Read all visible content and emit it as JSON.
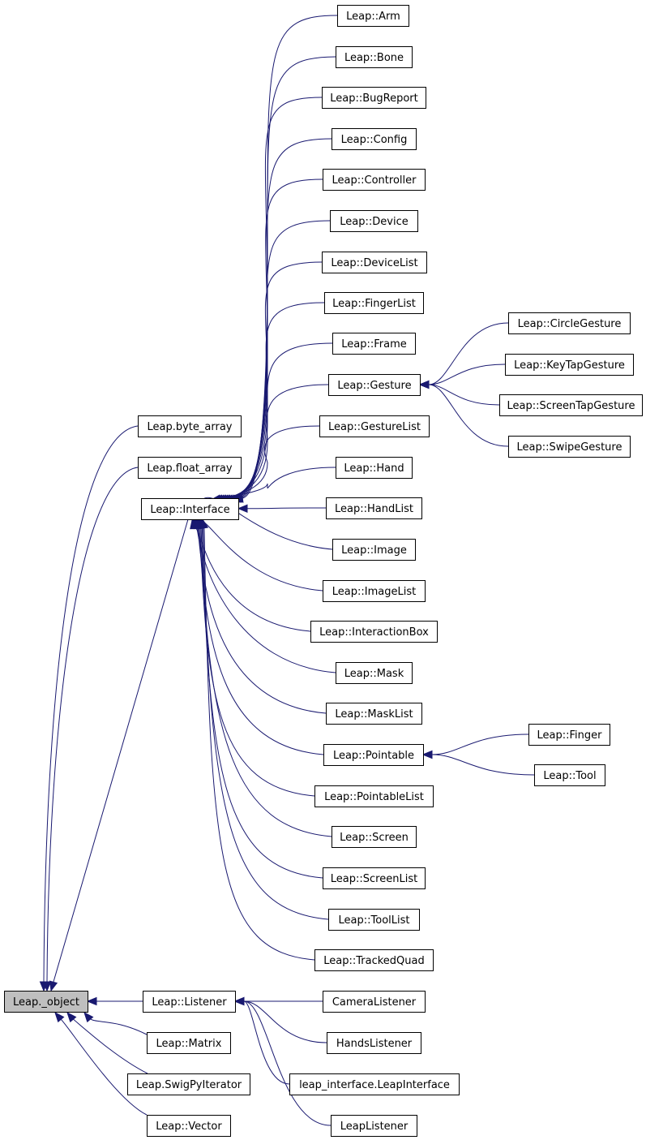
{
  "graph": {
    "nodes": [
      {
        "id": "leap_object",
        "label": "Leap._object",
        "highlighted": true
      },
      {
        "id": "byte_array",
        "label": "Leap.byte_array"
      },
      {
        "id": "float_array",
        "label": "Leap.float_array"
      },
      {
        "id": "interface",
        "label": "Leap::Interface"
      },
      {
        "id": "listener",
        "label": "Leap::Listener"
      },
      {
        "id": "matrix",
        "label": "Leap::Matrix"
      },
      {
        "id": "swig",
        "label": "Leap.SwigPyIterator"
      },
      {
        "id": "vector",
        "label": "Leap::Vector"
      },
      {
        "id": "arm",
        "label": "Leap::Arm"
      },
      {
        "id": "bone",
        "label": "Leap::Bone"
      },
      {
        "id": "bugreport",
        "label": "Leap::BugReport"
      },
      {
        "id": "config",
        "label": "Leap::Config"
      },
      {
        "id": "controller",
        "label": "Leap::Controller"
      },
      {
        "id": "device",
        "label": "Leap::Device"
      },
      {
        "id": "devicelist",
        "label": "Leap::DeviceList"
      },
      {
        "id": "fingerlist",
        "label": "Leap::FingerList"
      },
      {
        "id": "frame",
        "label": "Leap::Frame"
      },
      {
        "id": "gesture",
        "label": "Leap::Gesture"
      },
      {
        "id": "gesturelist",
        "label": "Leap::GestureList"
      },
      {
        "id": "hand",
        "label": "Leap::Hand"
      },
      {
        "id": "handlist",
        "label": "Leap::HandList"
      },
      {
        "id": "image",
        "label": "Leap::Image"
      },
      {
        "id": "imagelist",
        "label": "Leap::ImageList"
      },
      {
        "id": "interactionbox",
        "label": "Leap::InteractionBox"
      },
      {
        "id": "mask",
        "label": "Leap::Mask"
      },
      {
        "id": "masklist",
        "label": "Leap::MaskList"
      },
      {
        "id": "pointable",
        "label": "Leap::Pointable"
      },
      {
        "id": "pointablelist",
        "label": "Leap::PointableList"
      },
      {
        "id": "screen",
        "label": "Leap::Screen"
      },
      {
        "id": "screenlist",
        "label": "Leap::ScreenList"
      },
      {
        "id": "toollist",
        "label": "Leap::ToolList"
      },
      {
        "id": "trackedquad",
        "label": "Leap::TrackedQuad"
      },
      {
        "id": "circlegesture",
        "label": "Leap::CircleGesture"
      },
      {
        "id": "keytapgesture",
        "label": "Leap::KeyTapGesture"
      },
      {
        "id": "screentapgesture",
        "label": "Leap::ScreenTapGesture"
      },
      {
        "id": "swipegesture",
        "label": "Leap::SwipeGesture"
      },
      {
        "id": "finger",
        "label": "Leap::Finger"
      },
      {
        "id": "tool",
        "label": "Leap::Tool"
      },
      {
        "id": "cameralistener",
        "label": "CameraListener"
      },
      {
        "id": "handslistener",
        "label": "HandsListener"
      },
      {
        "id": "leapinterface",
        "label": "leap_interface.LeapInterface"
      },
      {
        "id": "leaplistener",
        "label": "LeapListener"
      }
    ],
    "edges": [
      {
        "from": "byte_array",
        "to": "leap_object"
      },
      {
        "from": "float_array",
        "to": "leap_object"
      },
      {
        "from": "interface",
        "to": "leap_object"
      },
      {
        "from": "listener",
        "to": "leap_object"
      },
      {
        "from": "matrix",
        "to": "leap_object"
      },
      {
        "from": "swig",
        "to": "leap_object"
      },
      {
        "from": "vector",
        "to": "leap_object"
      },
      {
        "from": "arm",
        "to": "interface"
      },
      {
        "from": "bone",
        "to": "interface"
      },
      {
        "from": "bugreport",
        "to": "interface"
      },
      {
        "from": "config",
        "to": "interface"
      },
      {
        "from": "controller",
        "to": "interface"
      },
      {
        "from": "device",
        "to": "interface"
      },
      {
        "from": "devicelist",
        "to": "interface"
      },
      {
        "from": "fingerlist",
        "to": "interface"
      },
      {
        "from": "frame",
        "to": "interface"
      },
      {
        "from": "gesture",
        "to": "interface"
      },
      {
        "from": "gesturelist",
        "to": "interface"
      },
      {
        "from": "hand",
        "to": "interface"
      },
      {
        "from": "handlist",
        "to": "interface"
      },
      {
        "from": "image",
        "to": "interface"
      },
      {
        "from": "imagelist",
        "to": "interface"
      },
      {
        "from": "interactionbox",
        "to": "interface"
      },
      {
        "from": "mask",
        "to": "interface"
      },
      {
        "from": "masklist",
        "to": "interface"
      },
      {
        "from": "pointable",
        "to": "interface"
      },
      {
        "from": "pointablelist",
        "to": "interface"
      },
      {
        "from": "screen",
        "to": "interface"
      },
      {
        "from": "screenlist",
        "to": "interface"
      },
      {
        "from": "toollist",
        "to": "interface"
      },
      {
        "from": "trackedquad",
        "to": "interface"
      },
      {
        "from": "circlegesture",
        "to": "gesture"
      },
      {
        "from": "keytapgesture",
        "to": "gesture"
      },
      {
        "from": "screentapgesture",
        "to": "gesture"
      },
      {
        "from": "swipegesture",
        "to": "gesture"
      },
      {
        "from": "finger",
        "to": "pointable"
      },
      {
        "from": "tool",
        "to": "pointable"
      },
      {
        "from": "cameralistener",
        "to": "listener"
      },
      {
        "from": "handslistener",
        "to": "listener"
      },
      {
        "from": "leapinterface",
        "to": "listener"
      },
      {
        "from": "leaplistener",
        "to": "listener"
      }
    ]
  },
  "colors": {
    "edge": "#191970",
    "node_border": "#000000",
    "node_fill": "#ffffff",
    "highlight_fill": "#bfbfbf"
  }
}
